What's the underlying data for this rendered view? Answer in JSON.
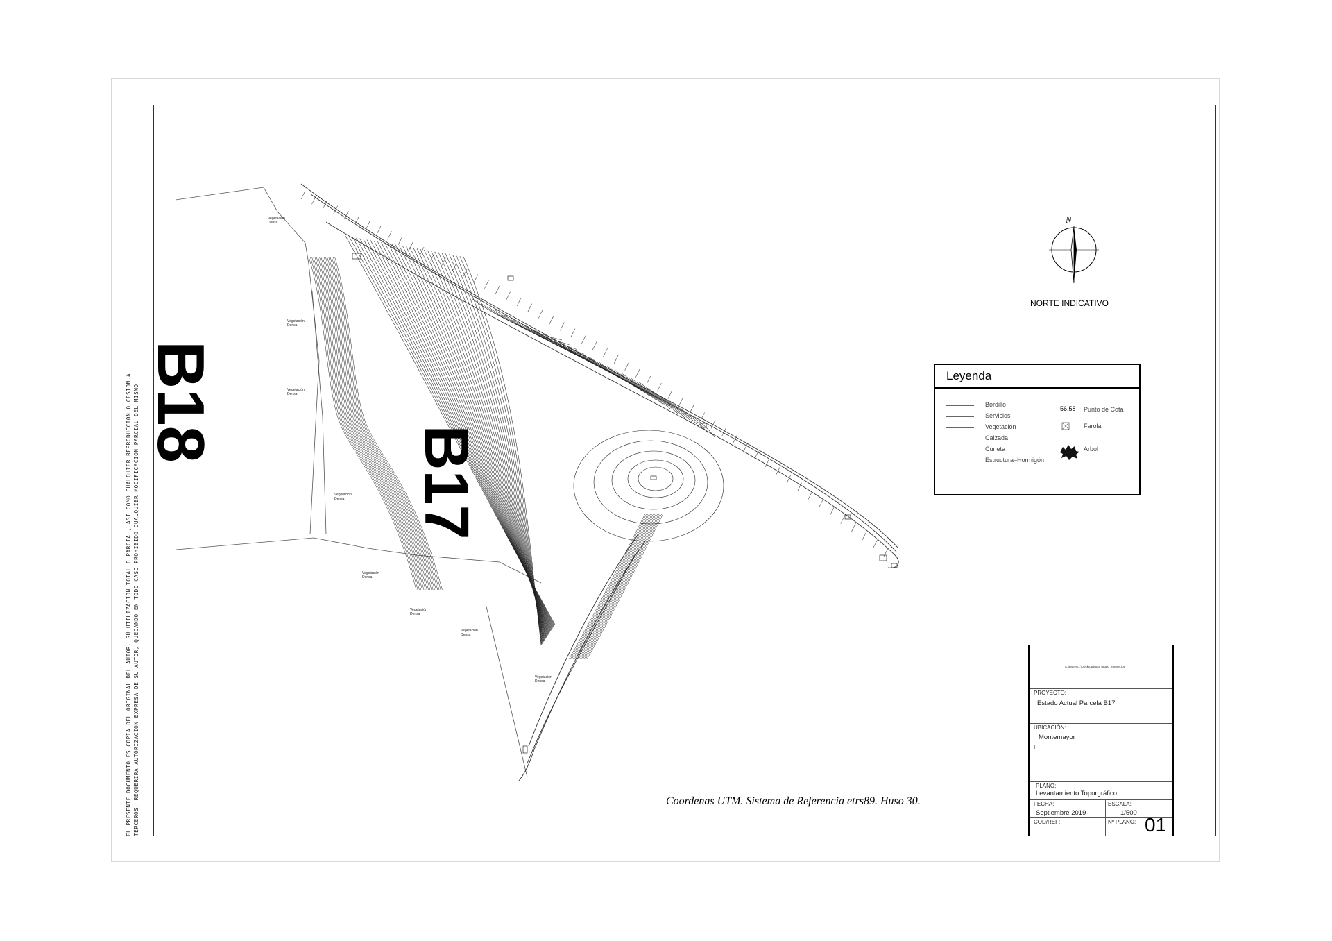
{
  "disclaimer": [
    "EL PRESENTE DOCUMENTO ES COPIA DEL ORIGINAL DEL AUTOR. SU UTILIZACION TOTAL O PARCIAL, ASI COMO CUALQUIER REPRODUCCION O CESION A",
    "TERCEROS, REQUERIRA AUTORIZACION EXPRESA DE SU AUTOR, QUEDANDO EN TODO CASO PROHIBIDO CUALQUIER MODIFICACION PARCIAL DEL MISMO"
  ],
  "parcels": {
    "b18": "B18",
    "b17": "B17"
  },
  "vegetation_label": "Vegetación Densa",
  "vegetation_label_line1": "Vegetación",
  "vegetation_label_line2": "Densa",
  "north": {
    "letter": "N",
    "label": "NORTE INDICATIVO"
  },
  "legend": {
    "title": "Leyenda",
    "lines": [
      "Bordillo",
      "Servicios",
      "Vegetación",
      "Calzada",
      "Cuneta",
      "Estructura–Hormigón"
    ],
    "symbols": [
      {
        "glyph": "56.58",
        "label": "Punto de Cota"
      },
      {
        "glyph": "",
        "label": "Farola"
      },
      {
        "glyph": "",
        "label": "Árbol"
      }
    ]
  },
  "coords_note": "Coordenas UTM. Sistema de Referencia etrs89. Huso 30.",
  "title_block": {
    "logo_text": "C:\\Users\\...\\Desktop\\logo_grupo_intertel.jpg",
    "proyecto_label": "PROYECTO:",
    "proyecto_value": "Estado Actual Parcela B17",
    "ubicacion_label": "UBICACIÓN:",
    "ubicacion_value": "Montemayor",
    "blank_label": "I",
    "plano_label": "PLANO:",
    "plano_value": "Levantamiento Toporgráfico",
    "fecha_label": "FECHA:",
    "fecha_value": "Septiembre 2019",
    "escala_label": "ESCALA:",
    "escala_value": "1/500",
    "codref_label": "COD/REF:",
    "nplano_label": "Nº PLANO:",
    "nplano_value": "01"
  }
}
